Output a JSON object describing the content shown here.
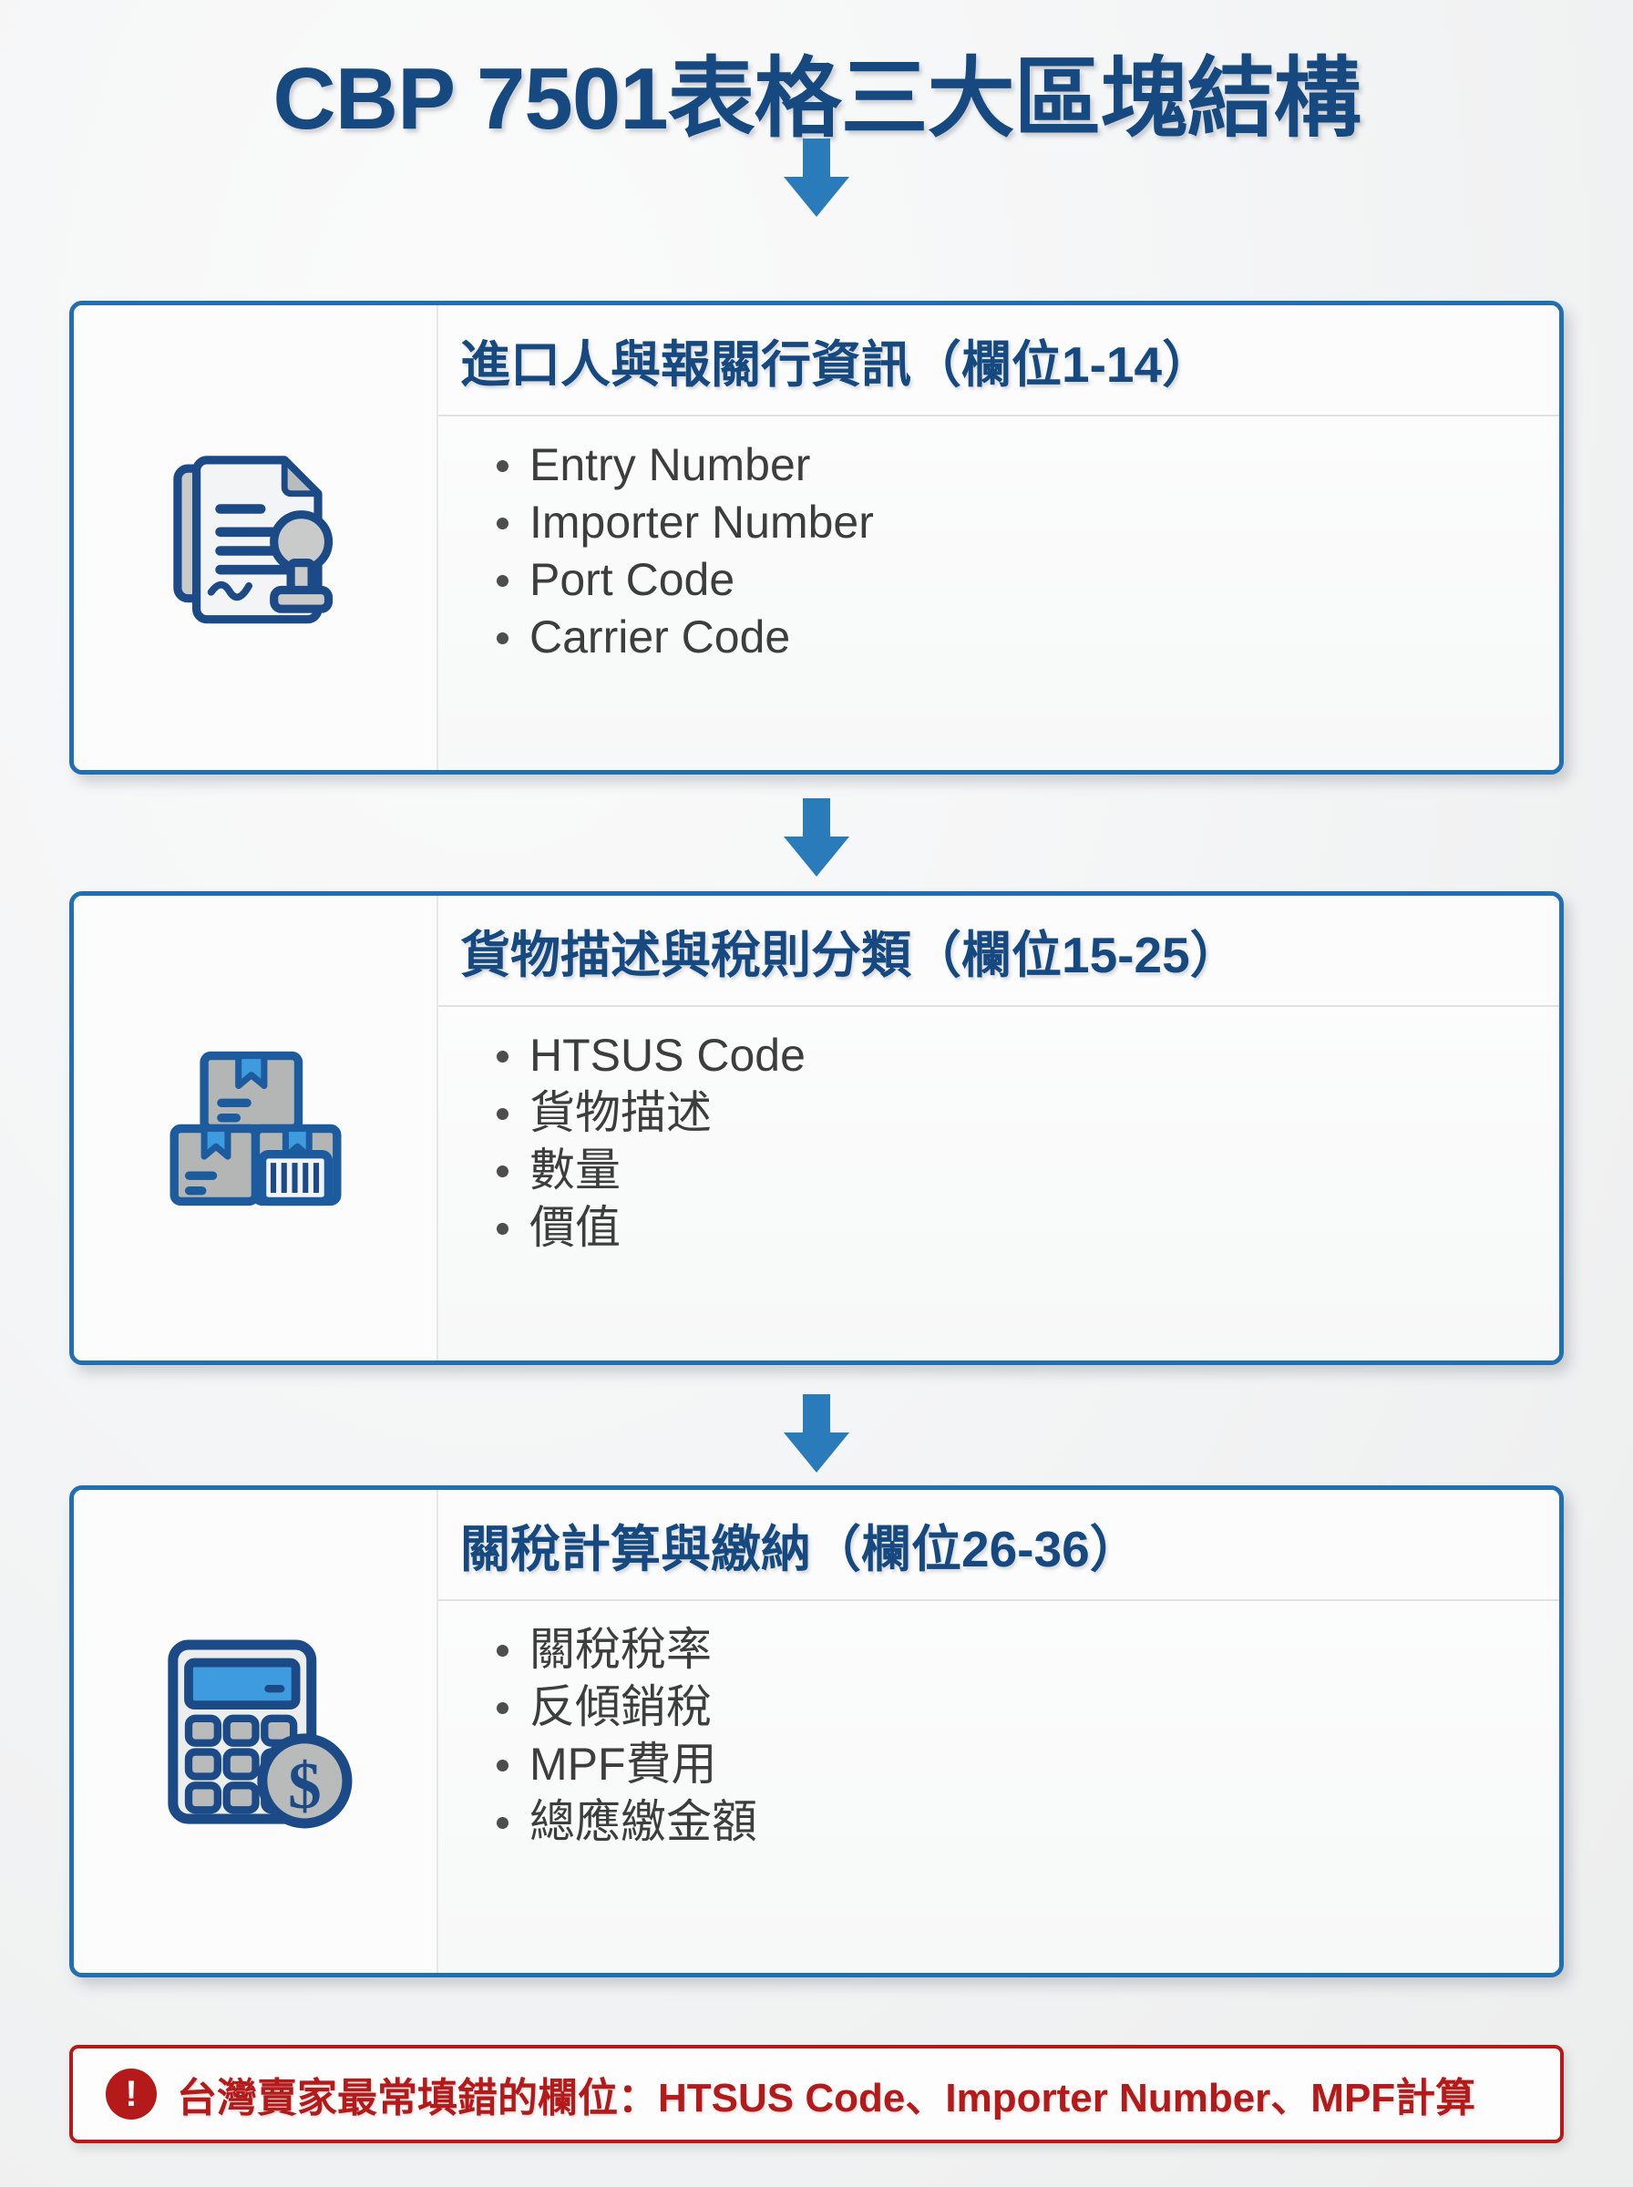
{
  "page": {
    "title": "CBP 7501表格三大區塊結構",
    "accent_blue": "#1f6fb2",
    "title_navy": "#16497f",
    "arrow_blue": "#2a7bba",
    "warning_red": "#b41a1a",
    "background": "#f2f3f4"
  },
  "sections": [
    {
      "icon": "document-stamp-icon",
      "heading": "進口人與報關行資訊（欄位1-14）",
      "items": [
        "Entry Number",
        "Importer Number",
        "Port Code",
        "Carrier Code"
      ]
    },
    {
      "icon": "package-boxes-icon",
      "heading": "貨物描述與稅則分類（欄位15-25）",
      "items": [
        "HTSUS Code",
        "貨物描述",
        "數量",
        "價值"
      ]
    },
    {
      "icon": "calculator-money-icon",
      "heading": "關稅計算與繳納（欄位26-36）",
      "items": [
        "關稅稅率",
        "反傾銷稅",
        "MPF費用",
        "總應繳金額"
      ]
    }
  ],
  "warning": {
    "icon": "exclamation-circle-icon",
    "symbol": "!",
    "text": "台灣賣家最常填錯的欄位：HTSUS Code、Importer Number、MPF計算"
  }
}
